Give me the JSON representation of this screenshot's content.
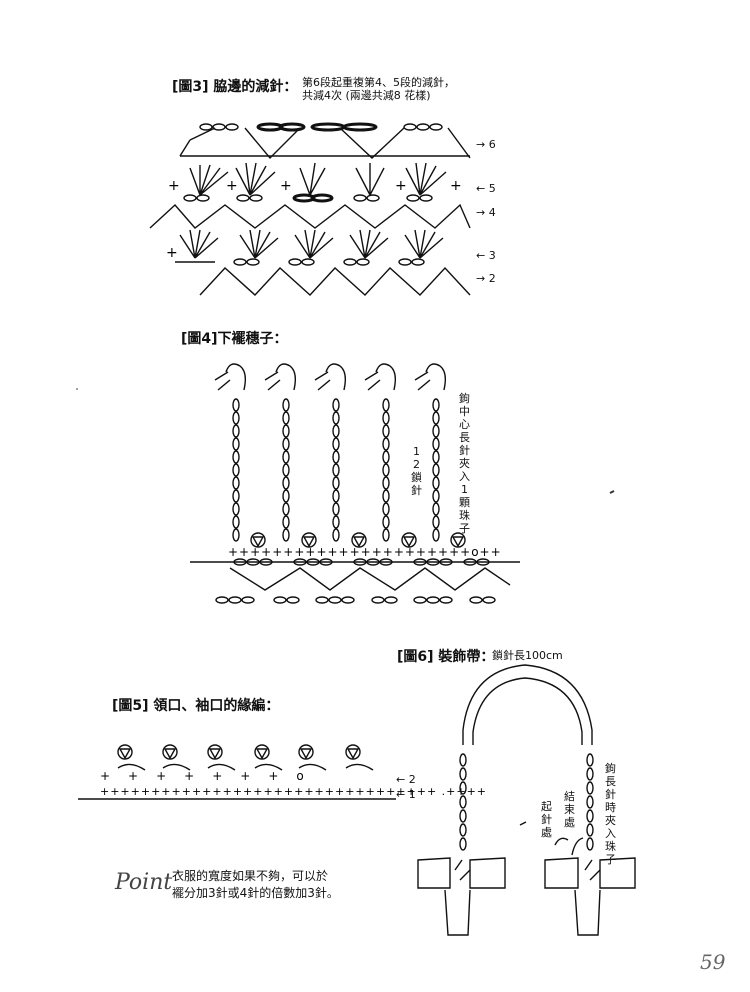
{
  "fig3": {
    "title": "[圖3] 脇邊的減針：",
    "note_line1": "第6段起重複第4、5段的減針，",
    "note_line2": "共減4次 (兩邊共減8 花樣)",
    "row_labels": [
      "→ 6",
      "← 5",
      "→ 4",
      "← 3",
      "→ 2"
    ]
  },
  "fig4": {
    "title": "[圖4]下襬穗子：",
    "count_label": "12鎖針",
    "side_note": "鉤中心長針夾入1顆珠子"
  },
  "fig5": {
    "title": "[圖5] 領口、袖口的緣編：",
    "row_labels": [
      "← 2",
      "← 1"
    ]
  },
  "fig6": {
    "title": "[圖6] 裝飾帶：",
    "subtitle": "鎖針長100cm",
    "side_note": "鉤長針時夾入珠子",
    "end_label": "結束處",
    "start_label": "起針處"
  },
  "point": {
    "word": "Point",
    "line1": "衣服的寬度如果不夠，可以於",
    "line2": "襬分加3針或4針的倍數加3針。"
  },
  "page_number": "59"
}
